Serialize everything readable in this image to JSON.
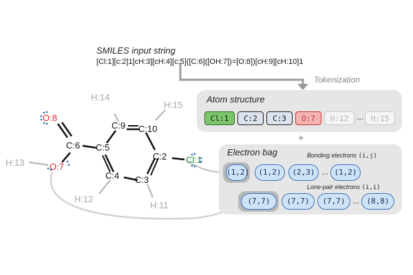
{
  "smiles": {
    "title": "SMILES input string",
    "string": "[Cl:1][c:2]1[cH:3][cH:4][c:5]([C:6]([OH:7])=[O:8])[cH:9][cH:10]1"
  },
  "tokenization_label": "Tokenization",
  "atom_structure": {
    "title": "Atom structure",
    "tokens": [
      {
        "label": "Cl:1",
        "style": "green"
      },
      {
        "label": "C:2",
        "style": "dark"
      },
      {
        "label": "C:3",
        "style": "dark"
      },
      {
        "label": "O:7",
        "style": "red"
      },
      {
        "label": "H:12",
        "style": "faded"
      },
      {
        "label": "...",
        "style": "ellipsis"
      },
      {
        "label": "H:15",
        "style": "faded"
      }
    ]
  },
  "plus_sign": "+",
  "electron_bag": {
    "title": "Electron bag",
    "bonding_label": "Bonding electrons",
    "bonding_notation": "(i,j)",
    "lone_pair_label": "Lone-pair electrons",
    "lone_pair_notation": "(i,i)",
    "bonding_pills": [
      "(1,2)",
      "(1,2)",
      "(2,3)",
      "...",
      "(1,2)"
    ],
    "lone_pair_pills": [
      "(7,7)",
      "(7,7)",
      "(7,7)",
      "...",
      "(8,8)"
    ]
  },
  "molecule": {
    "atoms": {
      "cl1": "Cl:1",
      "c2": "C:2",
      "c3": "C:3",
      "c4": "C:4",
      "c5": "C:5",
      "c6": "C:6",
      "o7": "O:7",
      "o8": "O:8",
      "c9": "C:9",
      "c10": "C:10",
      "h11": "H:11",
      "h12": "H:12",
      "h13": "H:13",
      "h14": "H:14",
      "h15": "H:15"
    }
  },
  "colors": {
    "panel": "#e6e6e6",
    "carbon": "#111111",
    "hydrogen": "#a8a8a8",
    "oxygen": "#d42a2a",
    "chlorine": "#2a8b3a",
    "electron_dot": "#3a73b8",
    "pill_fill": "#cfe3f7",
    "pill_border": "#3a73b8"
  }
}
